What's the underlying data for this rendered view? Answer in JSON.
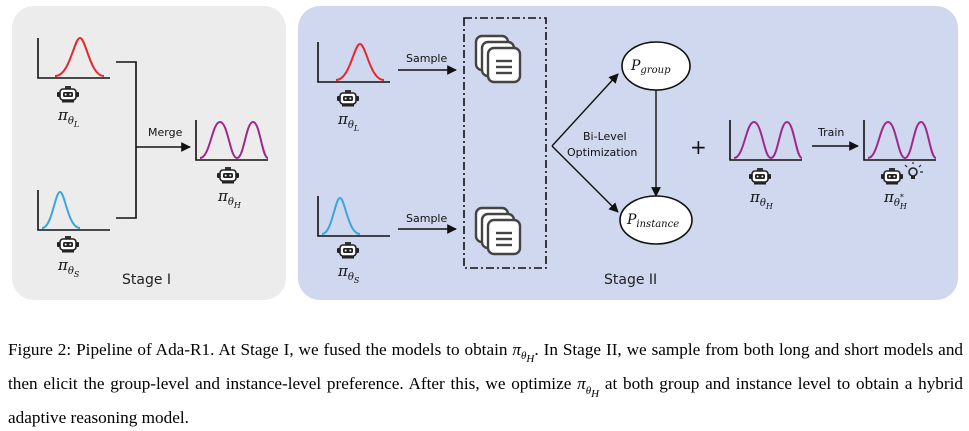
{
  "stage1": {
    "label": "Stage I",
    "merge_label": "Merge",
    "model_long": {
      "symbol": "π",
      "sub": "θ",
      "subsub": "L"
    },
    "model_short": {
      "symbol": "π",
      "sub": "θ",
      "subsub": "S"
    },
    "model_hybrid": {
      "symbol": "π",
      "sub": "θ",
      "subsub": "H"
    }
  },
  "stage2": {
    "label": "Stage II",
    "sample_label_top": "Sample",
    "sample_label_bottom": "Sample",
    "bilevel_line1": "Bi-Level",
    "bilevel_line2": "Optimization",
    "p_group": {
      "symbol": "P",
      "sub": "group"
    },
    "p_instance": {
      "symbol": "P",
      "sub": "instance"
    },
    "plus": "+",
    "train_label": "Train",
    "model_long": {
      "symbol": "π",
      "sub": "θ",
      "subsub": "L"
    },
    "model_short": {
      "symbol": "π",
      "sub": "θ",
      "subsub": "S"
    },
    "model_hybrid": {
      "symbol": "π",
      "sub": "θ",
      "subsub": "H"
    },
    "model_final": {
      "symbol": "π",
      "sub": "θ",
      "subsub": "H",
      "star": "*"
    }
  },
  "caption": {
    "prefix": "Figure 2: Pipeline of Ada-R1. At Stage I, we fused the models to obtain ",
    "mid": ". In Stage II, we sample from both long and short models and then elicit the group-level and instance-level preference. After this, we optimize ",
    "suffix": " at both group and instance level to obtain a hybrid adaptive reasoning model.",
    "pi": "π",
    "theta": "θ",
    "h": "H"
  },
  "colors": {
    "stage1_bg": "#ececec",
    "stage2_bg": "#cfd8ef",
    "long_curve": "#e8262a",
    "short_curve": "#3aa6dd",
    "hybrid_curve": "#a0288a"
  },
  "icons": [
    "robot-icon",
    "document-stack-icon",
    "lightbulb-icon"
  ]
}
